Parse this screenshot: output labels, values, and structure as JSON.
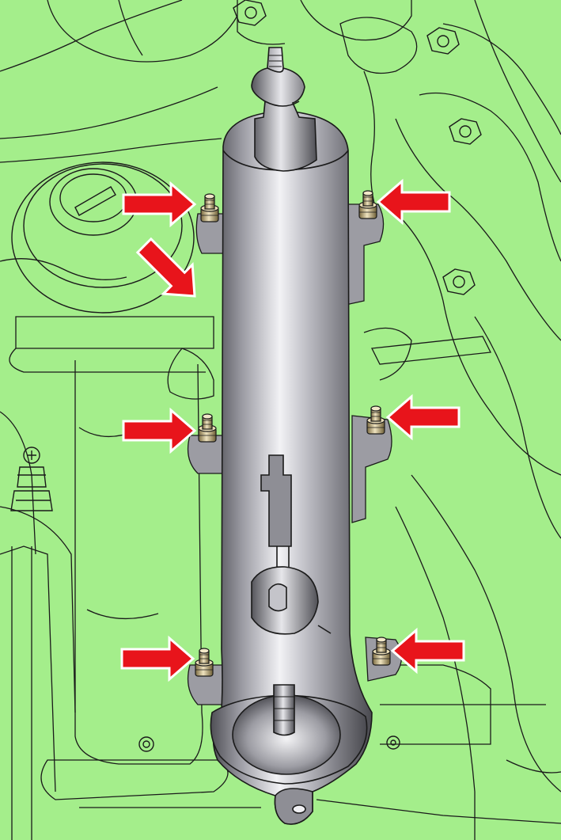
{
  "colors": {
    "background": "#a4ee8b",
    "line": "#1a1a1a",
    "arrow_fill": "#e8141b",
    "arrow_outline": "#ffffff",
    "pipe_dark": "#5c5c62",
    "pipe_mid": "#a6a6ad",
    "pipe_light": "#eeeef1",
    "bolt_brass": "#c8b27a"
  },
  "figure": {
    "subject": "pipe-with-mounting-flanges",
    "arrows": [
      {
        "id": "upper-left",
        "points_to": "upper-left-bolt"
      },
      {
        "id": "upper-left-diagonal",
        "points_to": "upper-flange"
      },
      {
        "id": "upper-right",
        "points_to": "upper-right-bolt"
      },
      {
        "id": "middle-left",
        "points_to": "middle-left-bolt"
      },
      {
        "id": "middle-right",
        "points_to": "middle-right-bolt"
      },
      {
        "id": "lower-left",
        "points_to": "lower-left-bolt"
      },
      {
        "id": "lower-right",
        "points_to": "lower-right-bolt"
      }
    ]
  }
}
